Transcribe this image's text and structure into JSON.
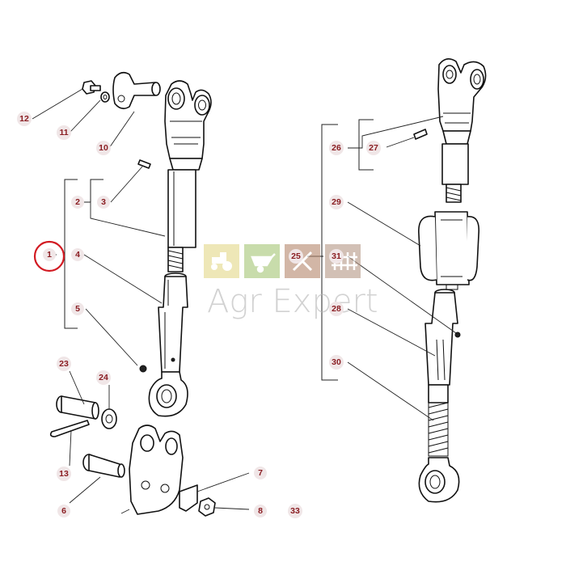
{
  "diagram": {
    "part_labels": {
      "l1": "1",
      "l2": "2",
      "l3": "3",
      "l4": "4",
      "l5": "5",
      "l6": "6",
      "l7": "7",
      "l8": "8",
      "l10": "10",
      "l11": "11",
      "l12": "12",
      "l13": "13",
      "l23": "23",
      "l24": "24",
      "l25": "25",
      "l26": "26",
      "l27": "27",
      "l28": "28",
      "l29": "29",
      "l30": "30",
      "l31": "31",
      "l33": "33"
    },
    "highlighted_label": "1"
  },
  "watermark": {
    "text": "Agr Expert",
    "tile_colors": [
      "#e4d98c",
      "#a8c878",
      "#b88a70",
      "#b89a88"
    ],
    "tile_icons": [
      "tractor-icon",
      "wheelbarrow-icon",
      "tools-icon",
      "fence-icon"
    ]
  },
  "colors": {
    "label_text": "#8a1d22",
    "label_bg": "#f0e6e7",
    "highlight": "#d21a22",
    "line": "#111111"
  }
}
